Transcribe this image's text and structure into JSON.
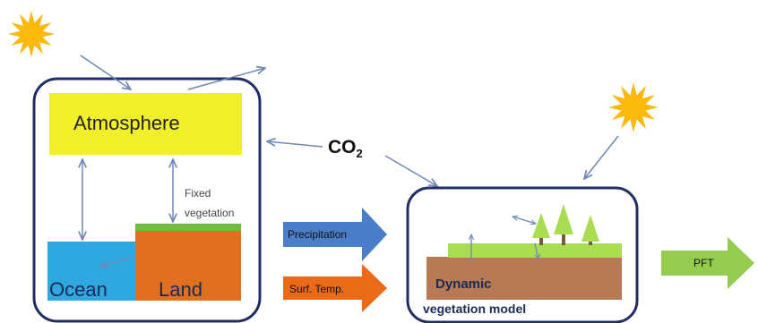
{
  "left_model": {
    "atmosphere": "Atmosphere",
    "ocean": "Ocean",
    "land": "Land",
    "fixed_vegetation": "Fixed vegetation"
  },
  "co2": {
    "base": "CO",
    "subscript": "2"
  },
  "arrows": {
    "precipitation": "Precipitation",
    "surf_temp": "Surf. Temp.",
    "pft": "PFT"
  },
  "right_model": {
    "line1": "Dynamic",
    "line2": "vegetation model"
  },
  "colors": {
    "atmosphere": "#f0ef2a",
    "ocean": "#2fa8e0",
    "land": "#e0701e",
    "grass": "#8fd14f",
    "soil": "#b87a55",
    "tree": "#a8dd52",
    "sun": "#fbb90e",
    "connector": "#6f88b8",
    "frame": "#1f2f66",
    "precip_arrow": "#4a7ec9",
    "temp_arrow": "#ea6a17",
    "pft_arrow": "#93cc4f"
  }
}
